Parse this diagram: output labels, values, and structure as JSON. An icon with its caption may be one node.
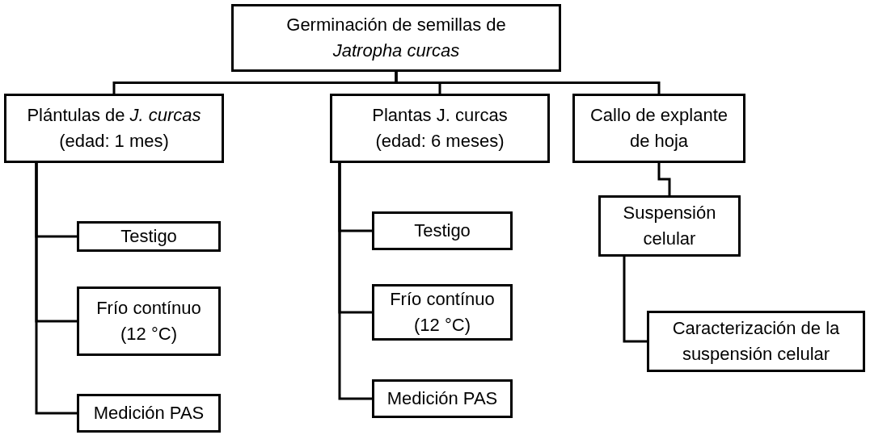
{
  "diagram": {
    "nodes": [
      {
        "text": [
          "Germinación de semillas de *Jatropha curcas*"
        ]
      },
      {
        "text": [
          "Plántulas de *J. curcas* (edad: 1 mes)"
        ]
      },
      {
        "text": [
          "Plantas J. curcas (edad: 6 meses)"
        ]
      },
      {
        "text": [
          "Callo de explante de hoja"
        ]
      },
      {
        "text": [
          "Testigo"
        ]
      },
      {
        "text": [
          "Frío contínuo (12 °C)"
        ]
      },
      {
        "text": [
          "Medición PAS"
        ]
      },
      {
        "text": [
          "Testigo"
        ]
      },
      {
        "text": [
          "Frío contínuo (12 °C)"
        ]
      },
      {
        "text": [
          "Medición PAS"
        ]
      },
      {
        "text": [
          "Suspensión celular"
        ]
      },
      {
        "text": [
          "Caracterización de la suspensión celular"
        ]
      }
    ],
    "edges": [
      {
        "from": 0,
        "to": 1,
        "arrow": "none"
      },
      {
        "from": 0,
        "to": 2,
        "arrow": "none"
      },
      {
        "from": 0,
        "to": 3,
        "arrow": "none"
      },
      {
        "from": 1,
        "to": 4,
        "arrow": "none"
      },
      {
        "from": 1,
        "to": 5,
        "arrow": "none"
      },
      {
        "from": 1,
        "to": 6,
        "arrow": "none"
      },
      {
        "from": 2,
        "to": 7,
        "arrow": "none"
      },
      {
        "from": 2,
        "to": 8,
        "arrow": "none"
      },
      {
        "from": 2,
        "to": 9,
        "arrow": "none"
      },
      {
        "from": 3,
        "to": 10,
        "arrow": "none"
      },
      {
        "from": 10,
        "to": 11,
        "arrow": "none"
      }
    ]
  }
}
